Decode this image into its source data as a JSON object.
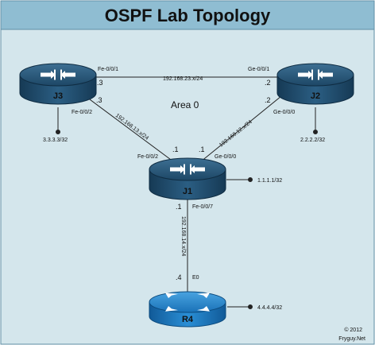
{
  "title": "OSPF Lab Topology",
  "area": "Area 0",
  "routers": {
    "j3": {
      "name": "J3",
      "loopback": "3.3.3.3/32"
    },
    "j2": {
      "name": "J2",
      "loopback": "2.2.2.2/32"
    },
    "j1": {
      "name": "J1",
      "loopback": "1.1.1.1/32"
    },
    "r4": {
      "name": "R4",
      "loopback": "4.4.4.4/32"
    }
  },
  "links": {
    "j3_j2": {
      "subnet": "192.168.23.x/24",
      "j3_if": "Fe-0/0/1",
      "j3_ip": ".3",
      "j2_if": "Ge-0/0/1",
      "j2_ip": ".2"
    },
    "j3_j1": {
      "subnet": "192.168.13.x/24",
      "j3_if": "Fe-0/0/2",
      "j3_ip": ".3",
      "j1_if": "Fe-0/0/2",
      "j1_ip": ".1"
    },
    "j2_j1": {
      "subnet": "192.168.12.x/24",
      "j2_if": "Ge-0/0/0",
      "j2_ip": ".2",
      "j1_if": "Ge-0/0/0",
      "j1_ip": ".1"
    },
    "j1_r4": {
      "subnet": "192.168.14.x/24",
      "j1_if": "Fe-0/0/7",
      "j1_ip": ".1",
      "r4_if": "E0",
      "r4_ip": ".4"
    }
  },
  "footer": {
    "copyright": "© 2012",
    "site": "Fryguy.Net"
  },
  "colors": {
    "title_bar": "#8fbdd2",
    "canvas": "#d4e6ec",
    "juniper_router": "#1f4e6e",
    "cisco_router": "#1e7bc2"
  }
}
